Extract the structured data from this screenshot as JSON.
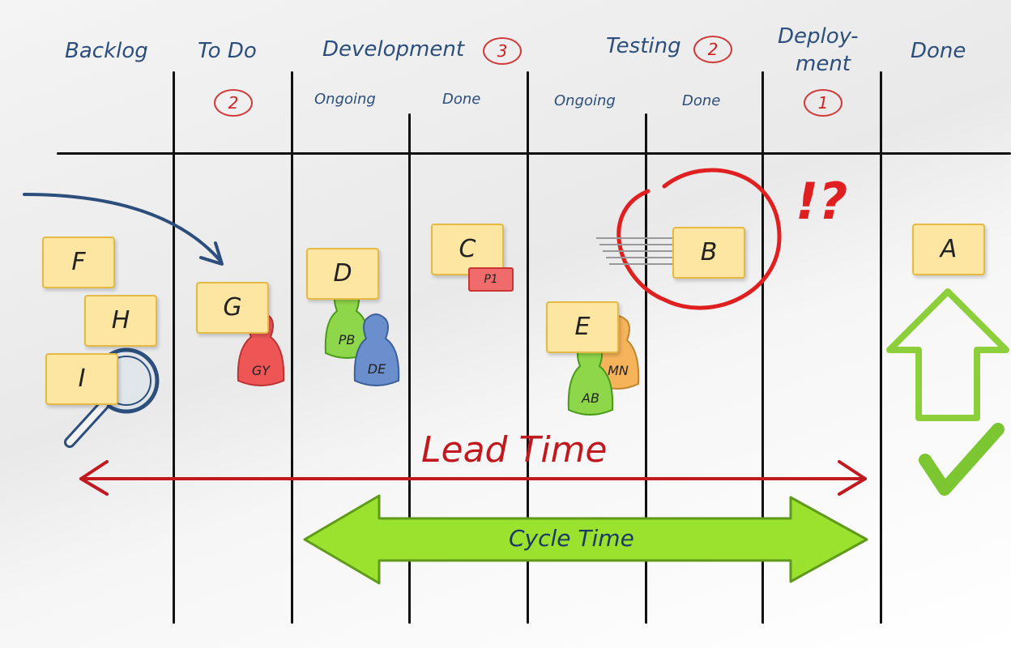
{
  "columns": {
    "backlog": "Backlog",
    "todo": "To Do",
    "development": "Development",
    "testing": "Testing",
    "deployment_line1": "Deploy-",
    "deployment_line2": "ment",
    "done": "Done"
  },
  "wip_limits": {
    "todo": "2",
    "development": "3",
    "testing": "2",
    "deployment": "1"
  },
  "subcolumns": {
    "dev_ongoing": "Ongoing",
    "dev_done": "Done",
    "test_ongoing": "Ongoing",
    "test_done": "Done"
  },
  "cards": {
    "F": "F",
    "H": "H",
    "I": "I",
    "G": "G",
    "D": "D",
    "C": "C",
    "E": "E",
    "B": "B",
    "A": "A"
  },
  "priority_tag": "P1",
  "avatars": {
    "gy": "GY",
    "pb": "PB",
    "de": "DE",
    "mn": "MN",
    "ab": "AB"
  },
  "lead_time": "Lead Time",
  "cycle_time": "Cycle Time",
  "blocked_marker": "!?",
  "colors": {
    "header_blue": "#2c4e7c",
    "lead_red": "#c0191f",
    "cycle_green": "#9be22e",
    "sticky_yellow": "#fde6a1",
    "pawn_red": "#ee5555",
    "pawn_green": "#8ed64a",
    "pawn_blue": "#6b8fcc",
    "pawn_orange": "#f5b35a"
  }
}
